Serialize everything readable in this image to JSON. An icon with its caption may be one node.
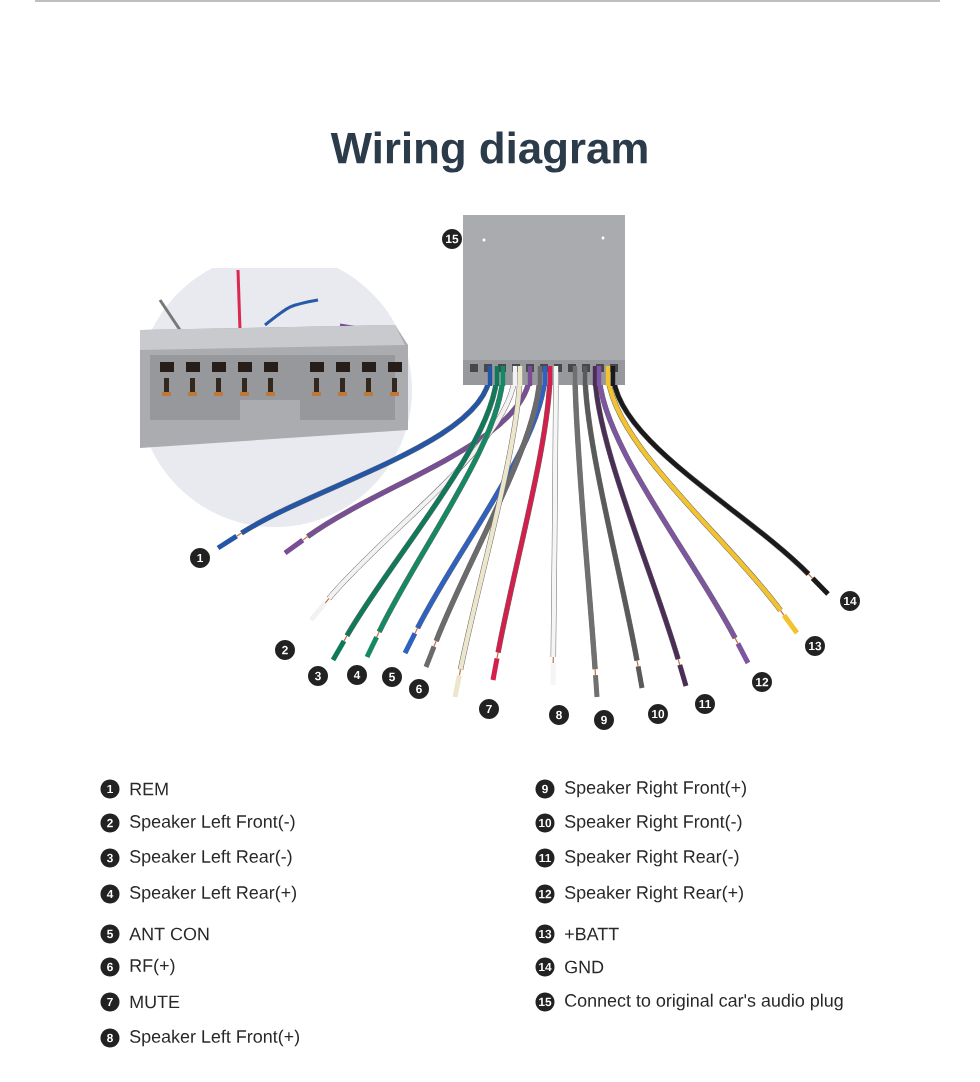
{
  "diagram": {
    "title": "Wiring diagram",
    "labels": [
      "1",
      "2",
      "3",
      "4",
      "5",
      "6",
      "7",
      "8",
      "9",
      "10",
      "11",
      "12",
      "13",
      "14",
      "15",
      "1",
      "REM",
      "2",
      "Speaker Left Front(-)",
      "3",
      "Speaker Left Rear(-)",
      "4",
      "Speaker Left Rear(+)",
      "5",
      "ANT CON",
      "6",
      "RF(+)",
      "7",
      "MUTE",
      "8",
      "Speaker Left Front(+)",
      "9",
      "Speaker Right Front(+)",
      "10",
      "Speaker Right Front(-)",
      "11",
      "Speaker Right Rear(-)",
      "12",
      "Speaker Right Rear(+)",
      "13",
      "+BATT",
      "14",
      "GND",
      "15",
      "Connect to original car's audio plug"
    ]
  }
}
